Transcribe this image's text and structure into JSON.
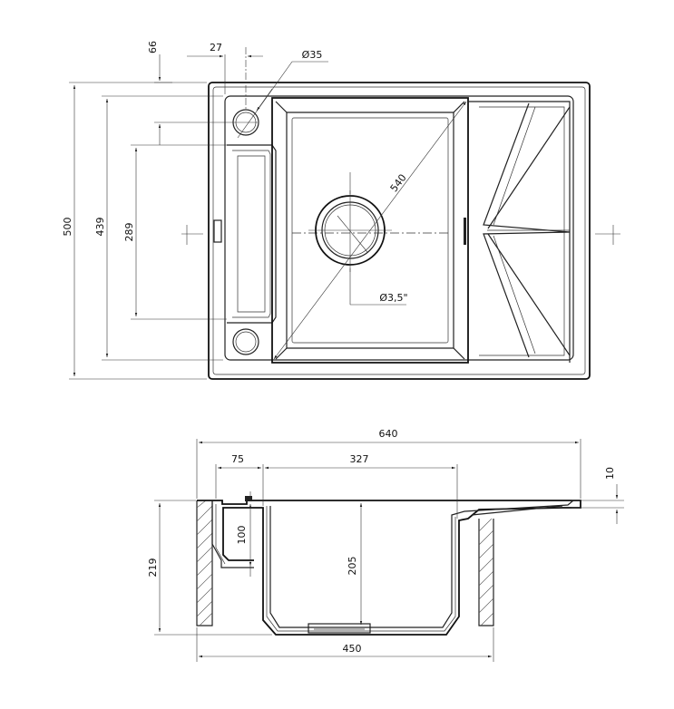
{
  "top_view": {
    "dims": {
      "overall_depth": "500",
      "bowl_span": "439",
      "colander_slot": "289",
      "tap_hole_offset": "66",
      "tap_hole_side": "27",
      "tap_hole_diameter": "Ø35",
      "bowl_diagonal": "540",
      "drain_diameter": "Ø3,5\""
    }
  },
  "side_view": {
    "dims": {
      "overall_width": "640",
      "ledge_width": "75",
      "bowl_width": "327",
      "rim_thickness": "10",
      "cabinet_depth": "219",
      "ledge_depth": "100",
      "bowl_depth": "205",
      "base_width": "450"
    }
  }
}
